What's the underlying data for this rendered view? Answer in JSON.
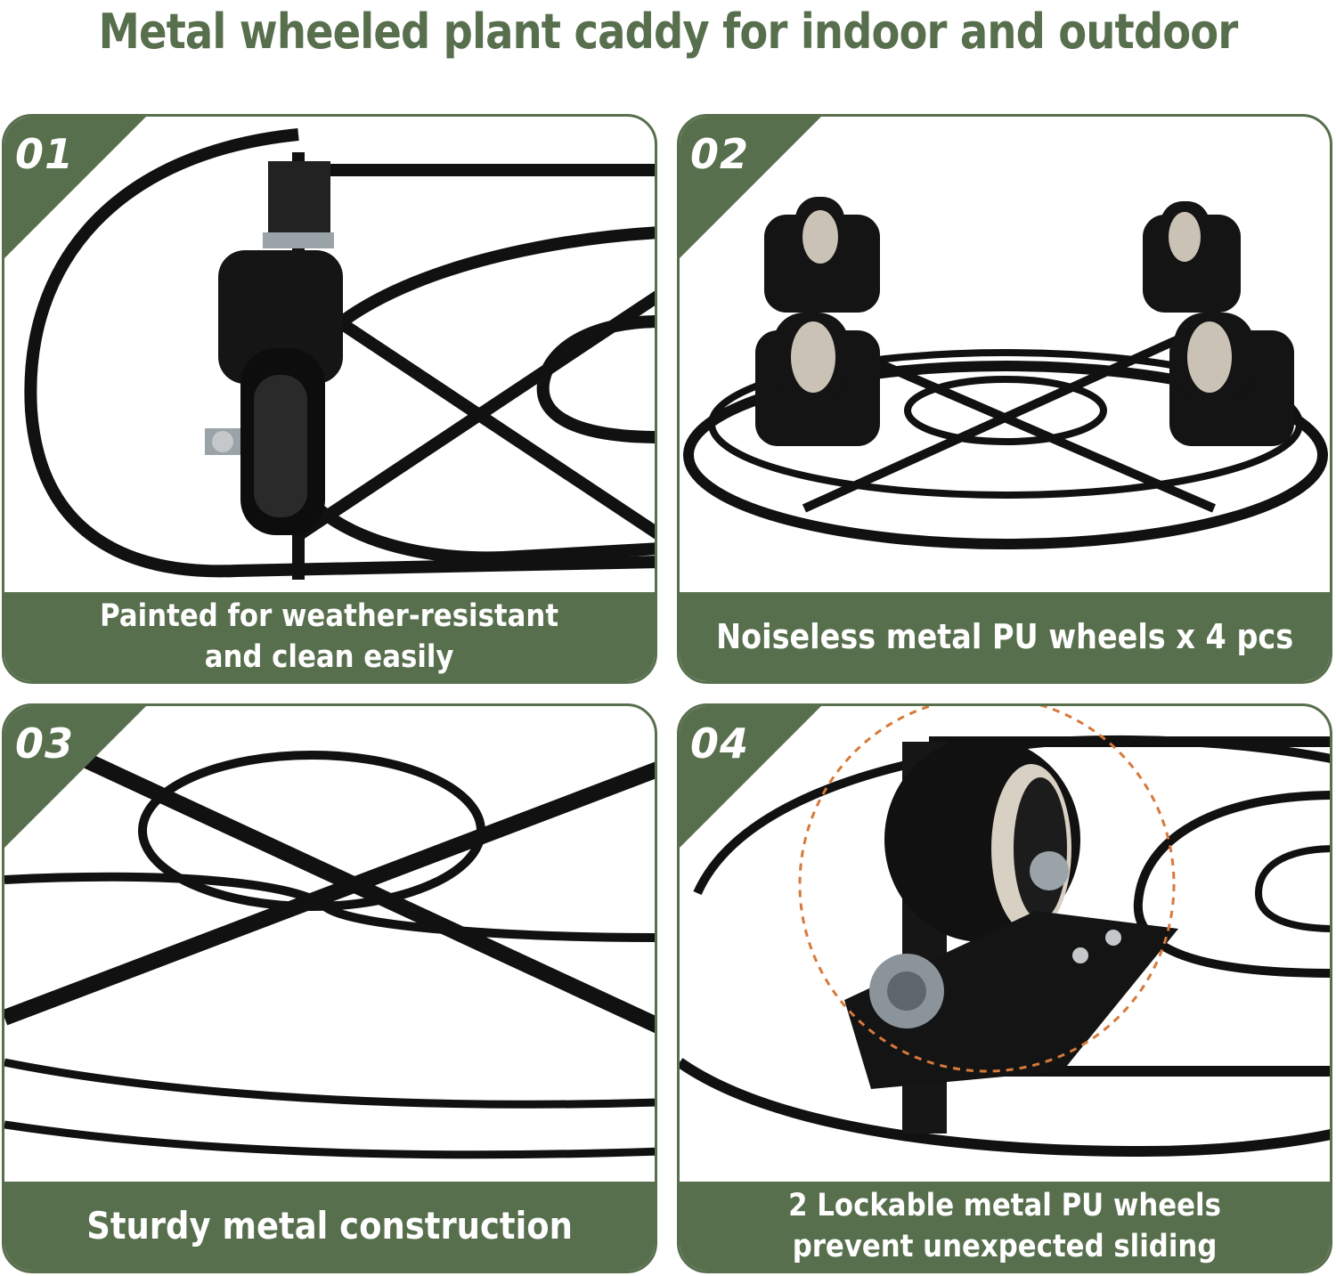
{
  "title": "Metal wheeled plant caddy for indoor and outdoor",
  "colors": {
    "brand_green": "#586f4d",
    "frame_black": "#111111",
    "highlight_orange": "#d7793a"
  },
  "panels": [
    {
      "number": "01",
      "caption_lines": [
        "Painted for weather-resistant",
        "and clean easily"
      ]
    },
    {
      "number": "02",
      "caption_lines": [
        "Noiseless metal PU wheels x 4 pcs"
      ]
    },
    {
      "number": "03",
      "caption_lines": [
        "Sturdy metal construction"
      ]
    },
    {
      "number": "04",
      "caption_lines": [
        "2 Lockable metal PU wheels",
        "prevent unexpected sliding"
      ]
    }
  ]
}
